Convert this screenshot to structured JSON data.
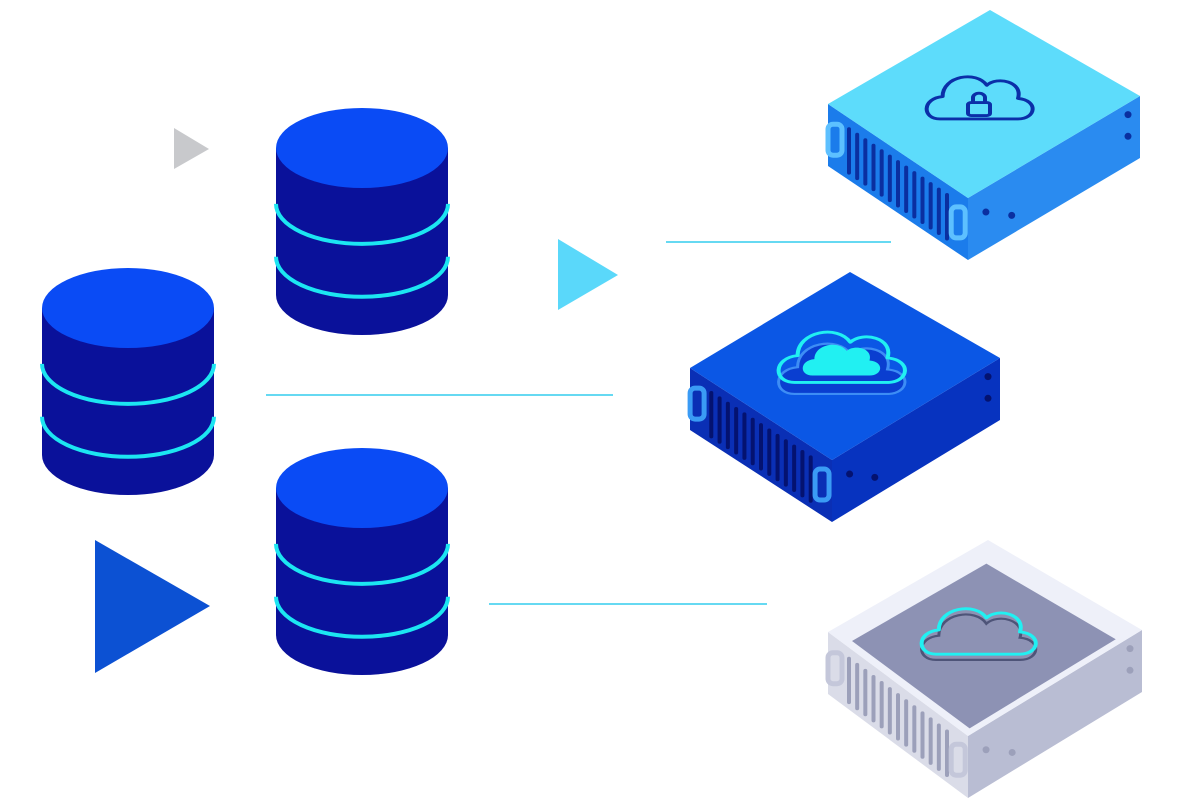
{
  "figure": {
    "background": "#ffffff",
    "colors": {
      "db_top": "#0A4BF5",
      "db_body": "#0A119A",
      "db_ring": "#1CE6F2",
      "connector": "#66D9F2",
      "arrow_gray": "#C8C9CC",
      "arrow_light": "#5AD8FA",
      "arrow_dark": "#0C51D3",
      "server_light_top": "#5DDCFB",
      "server_light_side": "#1B7CEB",
      "server_mid_top": "#0B57E5",
      "server_mid_side": "#0733BF",
      "server_white_top": "#EEF0F9",
      "server_white_inner": "#8D92B4",
      "server_white_side": "#B9BDD3",
      "cloud_glow": "#21F0F2"
    },
    "databases": [
      {
        "id": "database-top"
      },
      {
        "id": "database-left"
      },
      {
        "id": "database-bottom"
      }
    ],
    "servers": [
      {
        "id": "server-light-blue",
        "icon": "cloud-lock-icon"
      },
      {
        "id": "server-blue",
        "icon": "cloud-icon"
      },
      {
        "id": "server-white",
        "icon": "cloud-outline-icon"
      }
    ],
    "arrows": [
      {
        "id": "arrow-gray",
        "shape": "triangle-right"
      },
      {
        "id": "arrow-light-blue",
        "shape": "triangle-right"
      },
      {
        "id": "arrow-dark-blue",
        "shape": "triangle-right"
      }
    ],
    "connectors": [
      {
        "id": "connector-top"
      },
      {
        "id": "connector-middle"
      },
      {
        "id": "connector-bottom"
      }
    ]
  }
}
